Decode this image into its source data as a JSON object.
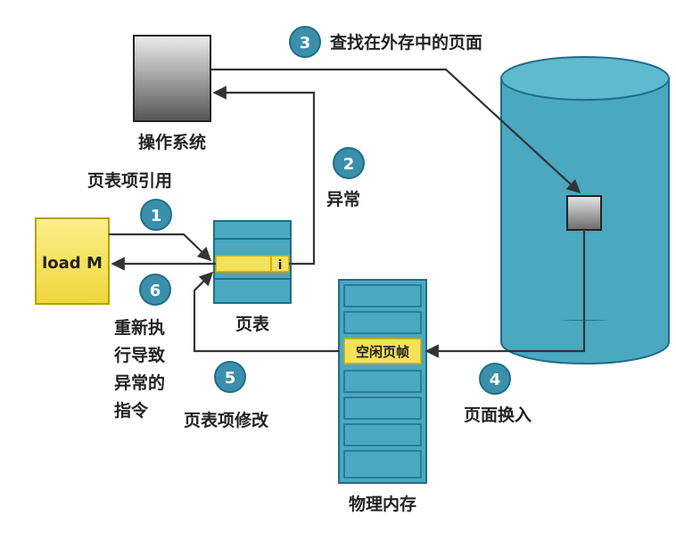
{
  "labels": {
    "os": "操作系统",
    "pte_ref": "页表项引用",
    "exception": "异常",
    "find_page": "查找在外存中的页面",
    "page_table": "页表",
    "load_m": "load M",
    "restart_line1": "重新执",
    "restart_line2": "行导致",
    "restart_line3": "异常的",
    "restart_line4": "指令",
    "pte_modify": "页表项修改",
    "free_frame": "空闲页帧",
    "page_in": "页面换入",
    "physical_memory": "物理内存",
    "invalid_bit": "i"
  },
  "steps": [
    "1",
    "2",
    "3",
    "4",
    "5",
    "6"
  ],
  "colors": {
    "teal": "#4aa8c0",
    "teal_dark": "#1e6f88",
    "step_circle": "#3b8fab",
    "yellow": "#f5e15c",
    "yellow_border": "#c9a800",
    "gray_light": "#e8e8e8",
    "gray_dark": "#555555",
    "line": "#333333"
  }
}
